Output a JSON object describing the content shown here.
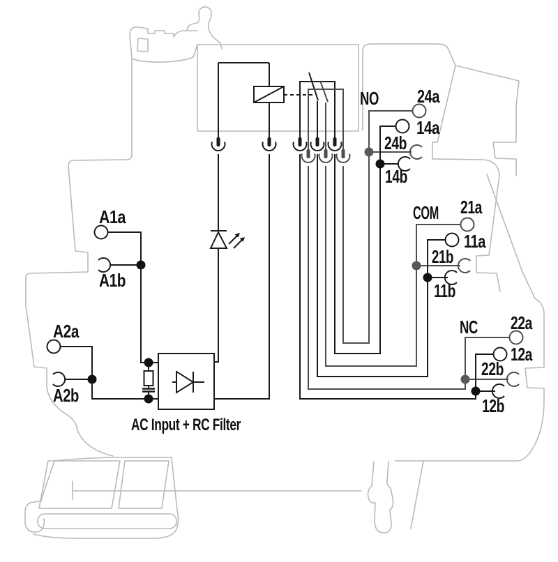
{
  "diagram": {
    "caption": "AC Input + RC Filter",
    "input_terminals": [
      {
        "top": "A1a",
        "bottom": "A1b"
      },
      {
        "top": "A2a",
        "bottom": "A2b"
      }
    ],
    "terminal_groups": [
      {
        "name": "NO",
        "a_top": "24a",
        "a_bottom": "14a",
        "b_top": "24b",
        "b_bottom": "14b"
      },
      {
        "name": "COM",
        "a_top": "21a",
        "a_bottom": "11a",
        "b_top": "21b",
        "b_bottom": "11b"
      },
      {
        "name": "NC",
        "a_top": "22a",
        "a_bottom": "12a",
        "b_top": "22b",
        "b_bottom": "12b"
      }
    ],
    "colors": {
      "wire_primary": "#1a1a1a",
      "wire_secondary": "#4d4d4d",
      "junction_primary": "#111111",
      "junction_secondary": "#595959",
      "housing_outline": "#b9b9b9",
      "background": "#ffffff"
    }
  }
}
